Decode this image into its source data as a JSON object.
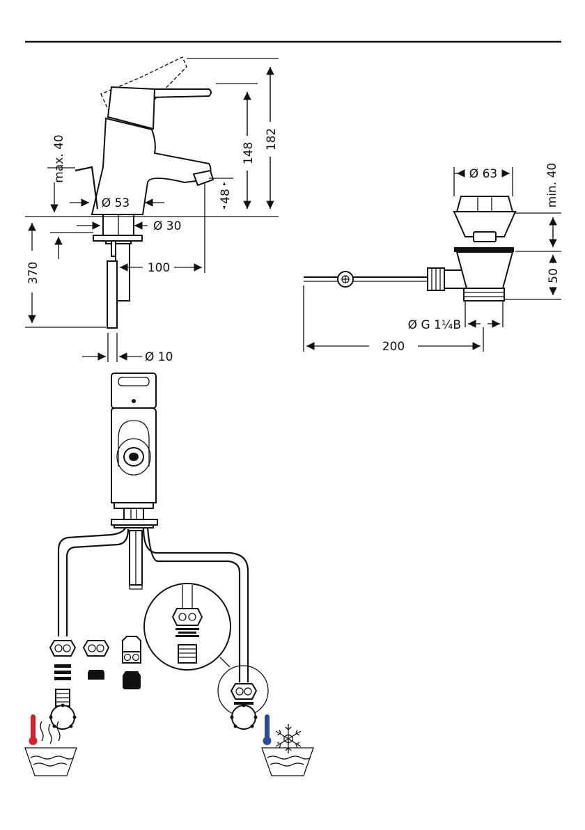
{
  "dimensions": {
    "max_40": "max. 40",
    "d53": "Ø 53",
    "d30": "Ø 30",
    "d10": "Ø 10",
    "h148": "148",
    "h182": "182",
    "h48": "48",
    "h370": "370",
    "w100": "100",
    "d63": "Ø 63",
    "min_40": "min. 40",
    "h50": "50",
    "thread": "Ø G 1¼B",
    "w200": "200"
  },
  "colors": {
    "hot": "#d8202a",
    "cold": "#2a4b9b",
    "line": "#111111"
  },
  "icons": {
    "hot": "thermometer-hot-icon",
    "cold": "thermometer-cold-icon",
    "snow": "snowflake-icon",
    "steam": "steam-water-icon"
  }
}
